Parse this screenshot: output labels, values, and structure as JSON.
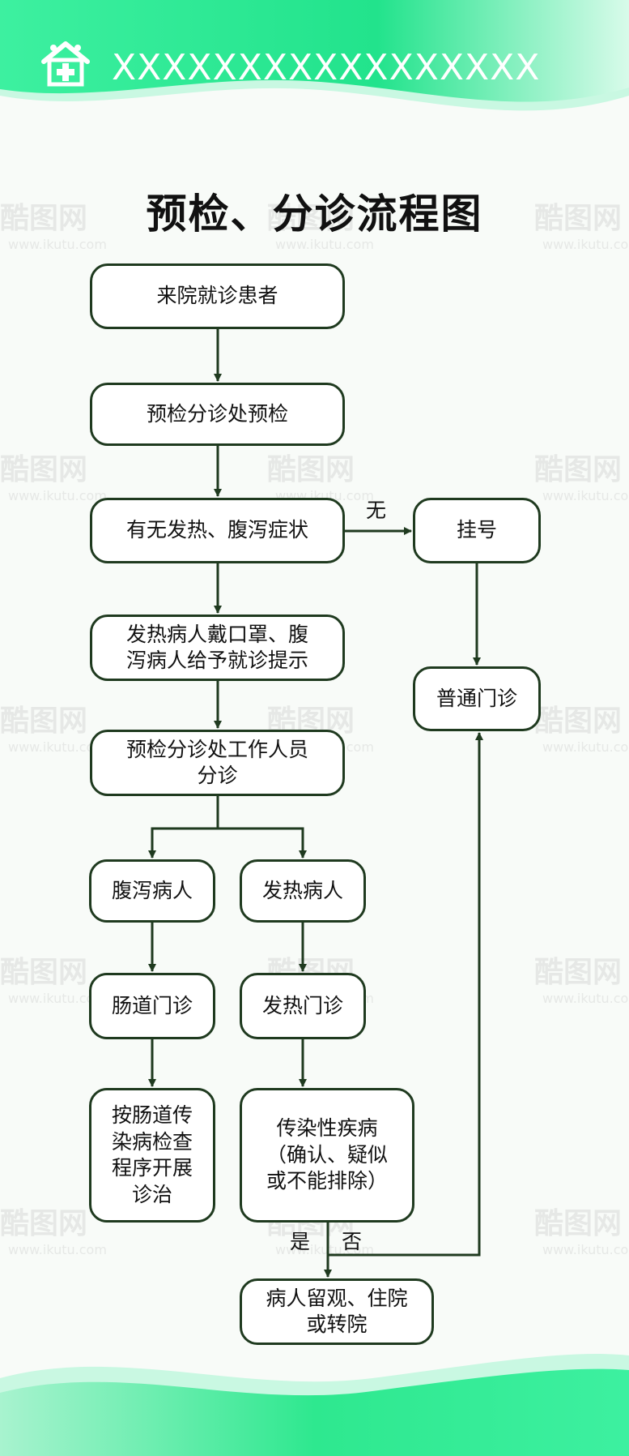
{
  "header": {
    "text": "XXXXXXXXXXXXXXXXX",
    "logo_icon": "hospital-house-icon"
  },
  "title": "预检、分诊流程图",
  "colors": {
    "header_green": "#2ee88f",
    "header_light": "#bdf7d9",
    "border": "#1f3a1f",
    "text": "#111111"
  },
  "nodes": {
    "arrive": "来院就诊患者",
    "precheck": "预检分诊处预检",
    "symptoms": "有无发热、腹泻症状",
    "register": "挂号",
    "mask": "发热病人戴口罩、腹\n泻病人给予就诊提示",
    "general": "普通门诊",
    "staff": "预检分诊处工作人员\n分诊",
    "diarrhea": "腹泻病人",
    "fever": "发热病人",
    "intestinal": "肠道门诊",
    "fever_clinic": "发热门诊",
    "intestinal_treat": "按肠道传\n染病检查\n程序开展\n诊治",
    "infectious": "传染性疾病\n（确认、疑似\n或不能排除）",
    "observe": "病人留观、住院\n或转院"
  },
  "edge_labels": {
    "none": "无",
    "yes": "是",
    "no": "否"
  },
  "watermark": {
    "brand": "酷图网",
    "url": "www.ikutu.com"
  }
}
